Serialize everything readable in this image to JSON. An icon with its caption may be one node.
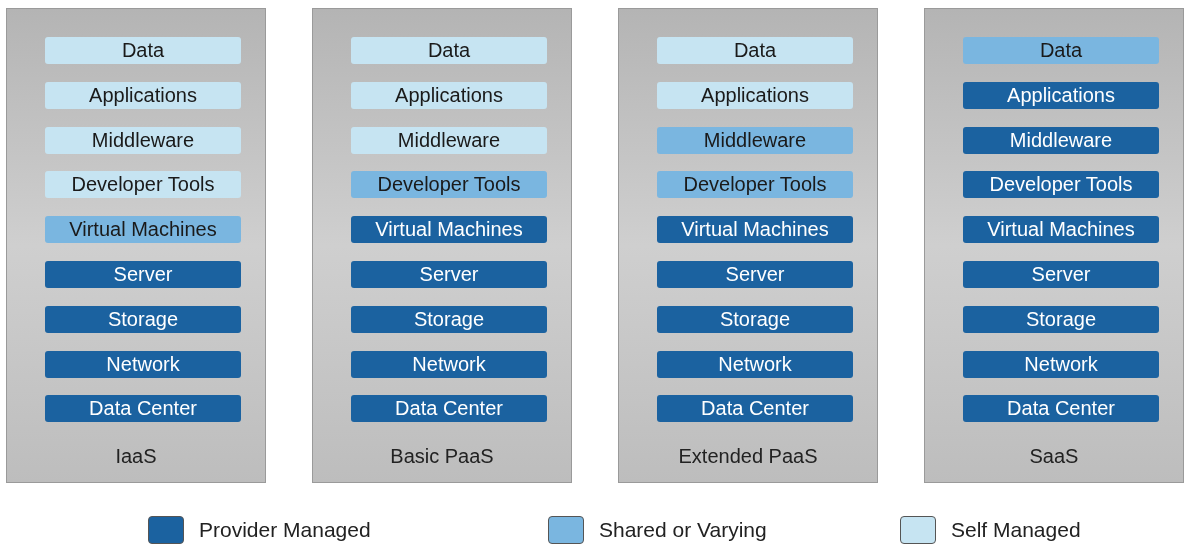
{
  "diagram": {
    "nodes": [
      {
        "text": [
          "IaaS"
        ]
      },
      {
        "text": [
          "Data"
        ],
        "in": 0
      },
      {
        "text": [
          "Applications"
        ],
        "in": 0
      },
      {
        "text": [
          "Middleware"
        ],
        "in": 0
      },
      {
        "text": [
          "Developer Tools"
        ],
        "in": 0
      },
      {
        "text": [
          "Virtual Machines"
        ],
        "in": 0
      },
      {
        "text": [
          "Server"
        ],
        "in": 0
      },
      {
        "text": [
          "Storage"
        ],
        "in": 0
      },
      {
        "text": [
          "Network"
        ],
        "in": 0
      },
      {
        "text": [
          "Data Center"
        ],
        "in": 0
      },
      {
        "text": [
          "Basic PaaS"
        ]
      },
      {
        "text": [
          "Data"
        ],
        "in": 10
      },
      {
        "text": [
          "Applications"
        ],
        "in": 10
      },
      {
        "text": [
          "Middleware"
        ],
        "in": 10
      },
      {
        "text": [
          "Developer Tools"
        ],
        "in": 10
      },
      {
        "text": [
          "Virtual Machines"
        ],
        "in": 10
      },
      {
        "text": [
          "Server"
        ],
        "in": 10
      },
      {
        "text": [
          "Storage"
        ],
        "in": 10
      },
      {
        "text": [
          "Network"
        ],
        "in": 10
      },
      {
        "text": [
          "Data Center"
        ],
        "in": 10
      },
      {
        "text": [
          "Extended PaaS"
        ]
      },
      {
        "text": [
          "Data"
        ],
        "in": 20
      },
      {
        "text": [
          "Applications"
        ],
        "in": 20
      },
      {
        "text": [
          "Middleware"
        ],
        "in": 20
      },
      {
        "text": [
          "Developer Tools"
        ],
        "in": 20
      },
      {
        "text": [
          "Virtual Machines"
        ],
        "in": 20
      },
      {
        "text": [
          "Server"
        ],
        "in": 20
      },
      {
        "text": [
          "Storage"
        ],
        "in": 20
      },
      {
        "text": [
          "Network"
        ],
        "in": 20
      },
      {
        "text": [
          "Data Center"
        ],
        "in": 20
      },
      {
        "text": [
          "SaaS"
        ]
      },
      {
        "text": [
          "Data"
        ],
        "in": 30
      },
      {
        "text": [
          "Applications"
        ],
        "in": 30
      },
      {
        "text": [
          "Middleware"
        ],
        "in": 30
      },
      {
        "text": [
          "Developer Tools"
        ],
        "in": 30
      },
      {
        "text": [
          "Virtual Machines"
        ],
        "in": 30
      },
      {
        "text": [
          "Server"
        ],
        "in": 30
      },
      {
        "text": [
          "Storage"
        ],
        "in": 30
      },
      {
        "text": [
          "Network"
        ],
        "in": 30
      },
      {
        "text": [
          "Data Center"
        ],
        "in": 30
      }
    ],
    "legend": [
      {
        "text": "Provider Managed",
        "color": "#1b62a0"
      },
      {
        "text": "Shared or Varying",
        "color": "#7ab6e0"
      },
      {
        "text": "Self Managed",
        "color": "#c6e4f2"
      }
    ]
  }
}
